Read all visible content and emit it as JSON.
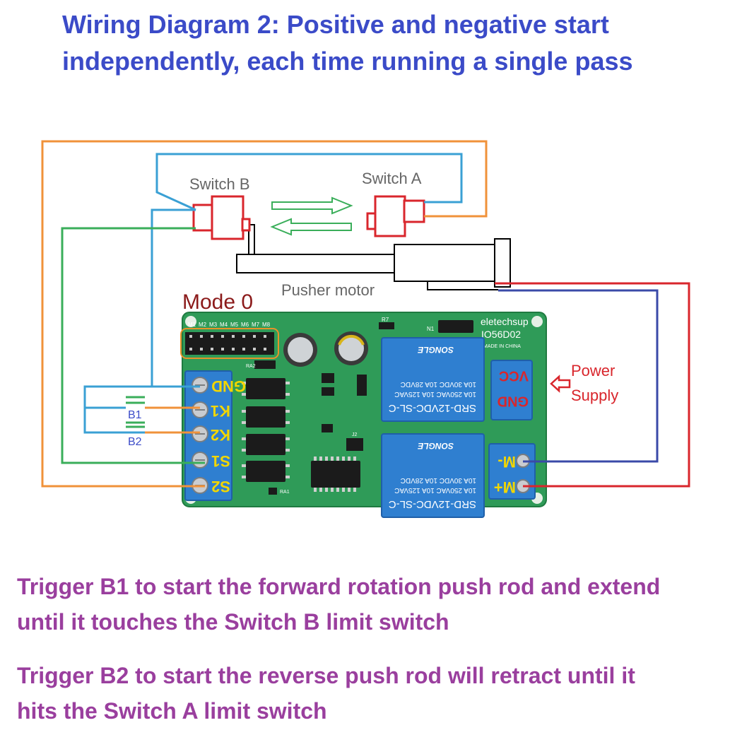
{
  "title": {
    "line1": "Wiring Diagram 2: Positive and negative start",
    "line2": "independently, each time running a single pass"
  },
  "diagram": {
    "switch_b_label": "Switch B",
    "switch_a_label": "Switch A",
    "pusher_motor_label": "Pusher motor",
    "mode_label": "Mode 0",
    "power_supply_label_1": "Power",
    "power_supply_label_2": "Supply",
    "button_b1_label": "B1",
    "button_b2_label": "B2",
    "board": {
      "brand": "eletechsup",
      "model": "IO56D02",
      "made_in": "MADE IN CHINA",
      "jumper_pins": [
        "M1",
        "M2",
        "M3",
        "M4",
        "M5",
        "M6",
        "M7",
        "M8"
      ],
      "left_terminals": [
        "GND",
        "K1",
        "K2",
        "S1",
        "S2"
      ],
      "power_terminals": [
        "VCC",
        "GND"
      ],
      "motor_terminals": [
        "M-",
        "M+"
      ],
      "relay_model": "SRD-12VDC-SL-C",
      "relay_brand": "SONGLE",
      "relay_ratings": [
        "10A 250VAC  10A 125VAC",
        "10A 30VDC  10A 28VDC"
      ],
      "component_labels": [
        "R7",
        "N1",
        "RA2",
        "RA1",
        "J2"
      ]
    }
  },
  "colors": {
    "title": "#3b4bc8",
    "description": "#9a3f9e",
    "wire_orange": "#f0923a",
    "wire_blue": "#3aa0d4",
    "wire_green": "#3aae5a",
    "wire_red": "#d9262c",
    "wire_navy": "#3a4aa8",
    "pcb_green": "#2f9b58",
    "relay_blue": "#2f7fd0",
    "mode_red": "#8b1a1a"
  },
  "description": {
    "line1": "Trigger B1 to start the forward rotation push rod and extend",
    "line2": "until it touches the Switch B limit switch",
    "line3": "Trigger B2 to start the reverse push rod will retract until it",
    "line4": "hits the Switch A limit switch"
  }
}
